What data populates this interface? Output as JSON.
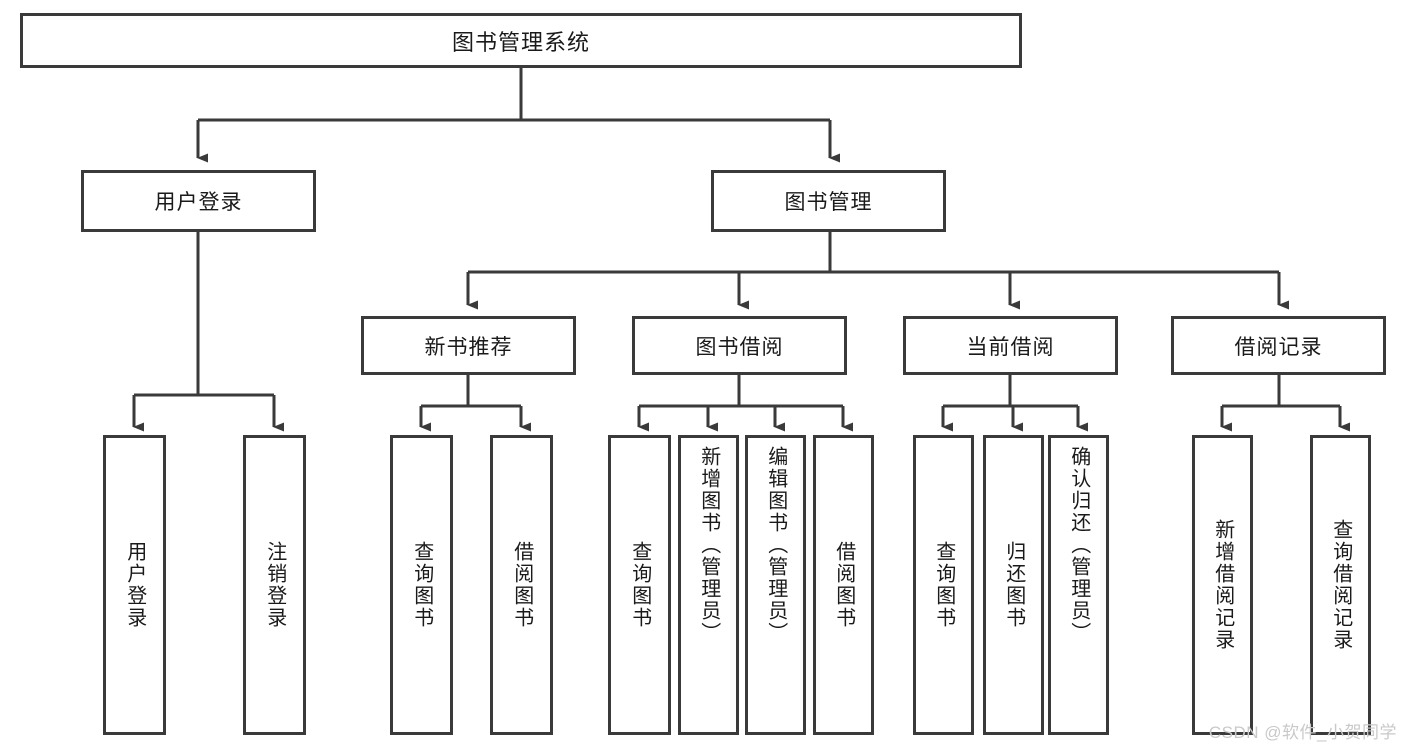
{
  "diagram": {
    "type": "tree-hierarchy",
    "title": "图书管理系统",
    "root": {
      "label": "图书管理系统"
    },
    "level2": [
      {
        "label": "用户登录"
      },
      {
        "label": "图书管理"
      }
    ],
    "level3": [
      {
        "label": "新书推荐"
      },
      {
        "label": "图书借阅"
      },
      {
        "label": "当前借阅"
      },
      {
        "label": "借阅记录"
      }
    ],
    "leaves": [
      {
        "label": "用户登录"
      },
      {
        "label": "注销登录"
      },
      {
        "label": "查询图书"
      },
      {
        "label": "借阅图书"
      },
      {
        "label": "查询图书"
      },
      {
        "label": "新增图书（管理员）"
      },
      {
        "label": "编辑图书（管理员）"
      },
      {
        "label": "借阅图书"
      },
      {
        "label": "查询图书"
      },
      {
        "label": "归还图书"
      },
      {
        "label": "确认归还（管理员）"
      },
      {
        "label": "新增借阅记录"
      },
      {
        "label": "查询借阅记录"
      }
    ]
  },
  "watermark": {
    "text": "CSDN @软件_小贺同学"
  },
  "colors": {
    "stroke": "#3a3a3a",
    "fill": "#ffffff",
    "text": "#1a1a1a",
    "watermark": "#c9c9c9"
  }
}
